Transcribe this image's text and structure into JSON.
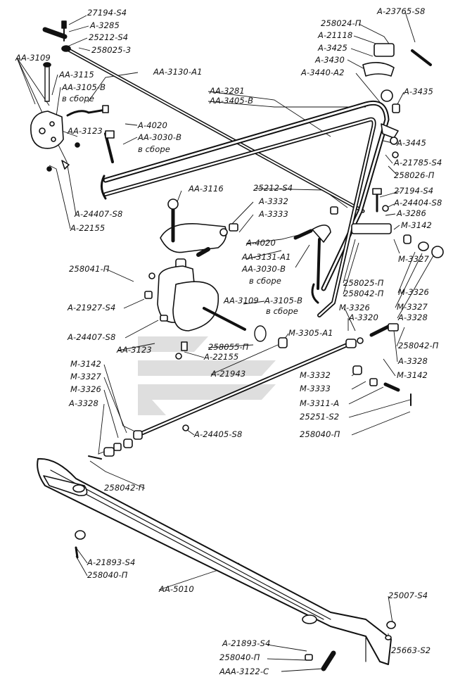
{
  "colors": {
    "ink": "#111111",
    "paper": "#ffffff",
    "watermark": "#d8d8d8"
  },
  "watermark": {
    "name": "publisher-logo-watermark"
  },
  "labels": {
    "l_27194_s4_top": "27194-S4",
    "l_a3285": "A-3285",
    "l_25212_s4_top": "25212-S4",
    "l_258025_3": "258025-3",
    "l_aa3109_top": "AA-3109",
    "l_aa3115": "AA-3115",
    "l_aa3105b_top": "AA-3105-B",
    "l_v_sbore_1": "в сборе",
    "l_aa3130_a1": "AA-3130-A1",
    "l_aa3281": "AA-3281",
    "l_aa3405b": "AA-3405-B",
    "l_258024_p": "258024-П",
    "l_a21118": "A-21118",
    "l_a3425": "A-3425",
    "l_a3430": "A-3430",
    "l_a3440_a2": "A-3440-A2",
    "l_a23765_s8": "A-23765-S8",
    "l_a3435": "A-3435",
    "l_a4020_top": "A-4020",
    "l_aa3030b_top": "AA-3030-B",
    "l_v_sbore_2": "в сборе",
    "l_aa3123_top": "AA-3123",
    "l_a3445": "A-3445",
    "l_a21785_s4": "A-21785-S4",
    "l_258026_p": "258026-П",
    "l_aa3116": "AA-3116",
    "l_25212_s4_mid": "25212-S4",
    "l_27194_s4_mid": "27194-S4",
    "l_a3332": "A-3332",
    "l_a24404_s8": "A-24404-S8",
    "l_a3333": "A-3333",
    "l_a3286": "A-3286",
    "l_m3142_right": "M-3142",
    "l_a24407_s8_top": "A-24407-S8",
    "l_a22155_top": "A-22155",
    "l_a4020_mid": "A-4020",
    "l_aa3131_a1": "AA-3131-A1",
    "l_aa3030b_mid": "AA-3030-B",
    "l_v_sbore_3": "в сборе",
    "l_m3327_right_a": "M-3327",
    "l_258041_p": "258041-П",
    "l_258025_p": "258025-П",
    "l_258042_p_mid": "258042-П",
    "l_m3326_right_a": "M-3326",
    "l_m3326_right_b": "M-3326",
    "l_m3327_right_b": "M-3327",
    "l_a21927_s4": "A-21927-S4",
    "l_aa3109_mid": "AA-3109",
    "l_a3105b_mid": "A-3105-B",
    "l_v_sbore_4": "в сборе",
    "l_a3320": "A-3320",
    "l_a3328_right_a": "A-3328",
    "l_a24407_s8_mid": "A-24407-S8",
    "l_aa3123_mid": "AA-3123",
    "l_m3305_a1": "M-3305-A1",
    "l_258042_p_right": "258042-П",
    "l_258055_p": "258055-П",
    "l_a22155_mid": "A-22155",
    "l_a3328_right_b": "A-3328",
    "l_a21943": "A-21943",
    "l_m3142_right_b": "M-3142",
    "l_m3142_left": "M-3142",
    "l_m3327_left": "M-3327",
    "l_m3332": "M-3332",
    "l_m3326_left": "M-3326",
    "l_m3333": "M-3333",
    "l_a3328_left": "A-3328",
    "l_m3311_a": "M-3311-A",
    "l_25251_s2": "25251-S2",
    "l_258040_p_right": "258040-П",
    "l_a24405_s8": "A-24405-S8",
    "l_258042_p_bottom": "258042-П",
    "l_a21893_s4_left": "A-21893-S4",
    "l_258040_p_left": "258040-П",
    "l_aa5010": "AA-5010",
    "l_25007_s4": "25007-S4",
    "l_25663_s2": "25663-S2",
    "l_a21893_s4_bottom": "A-21893-S4",
    "l_258040_p_bottom": "258040-П",
    "l_aaa3122_c": "AAA-3122-C"
  }
}
